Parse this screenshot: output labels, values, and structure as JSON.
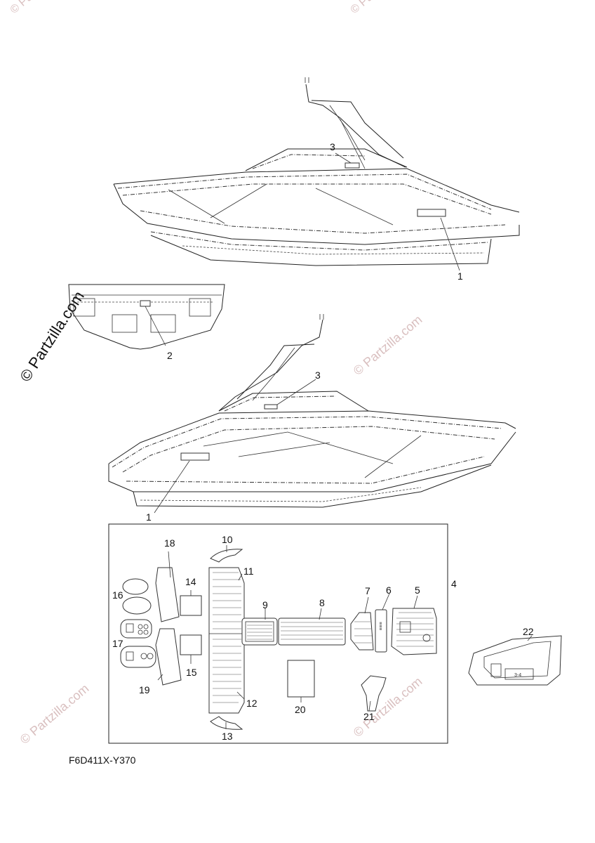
{
  "diagram": {
    "code": "F6D411X-Y370",
    "watermark": "© Partzilla.com",
    "callouts": {
      "c1a": "1",
      "c1b": "1",
      "c2": "2",
      "c3a": "3",
      "c3b": "3",
      "c4": "4",
      "c5": "5",
      "c6": "6",
      "c7": "7",
      "c8": "8",
      "c9": "9",
      "c10": "10",
      "c11": "11",
      "c12": "12",
      "c13": "13",
      "c14": "14",
      "c15": "15",
      "c16": "16",
      "c17": "17",
      "c18": "18",
      "c19": "19",
      "c20": "20",
      "c21": "21",
      "c22": "22"
    }
  }
}
